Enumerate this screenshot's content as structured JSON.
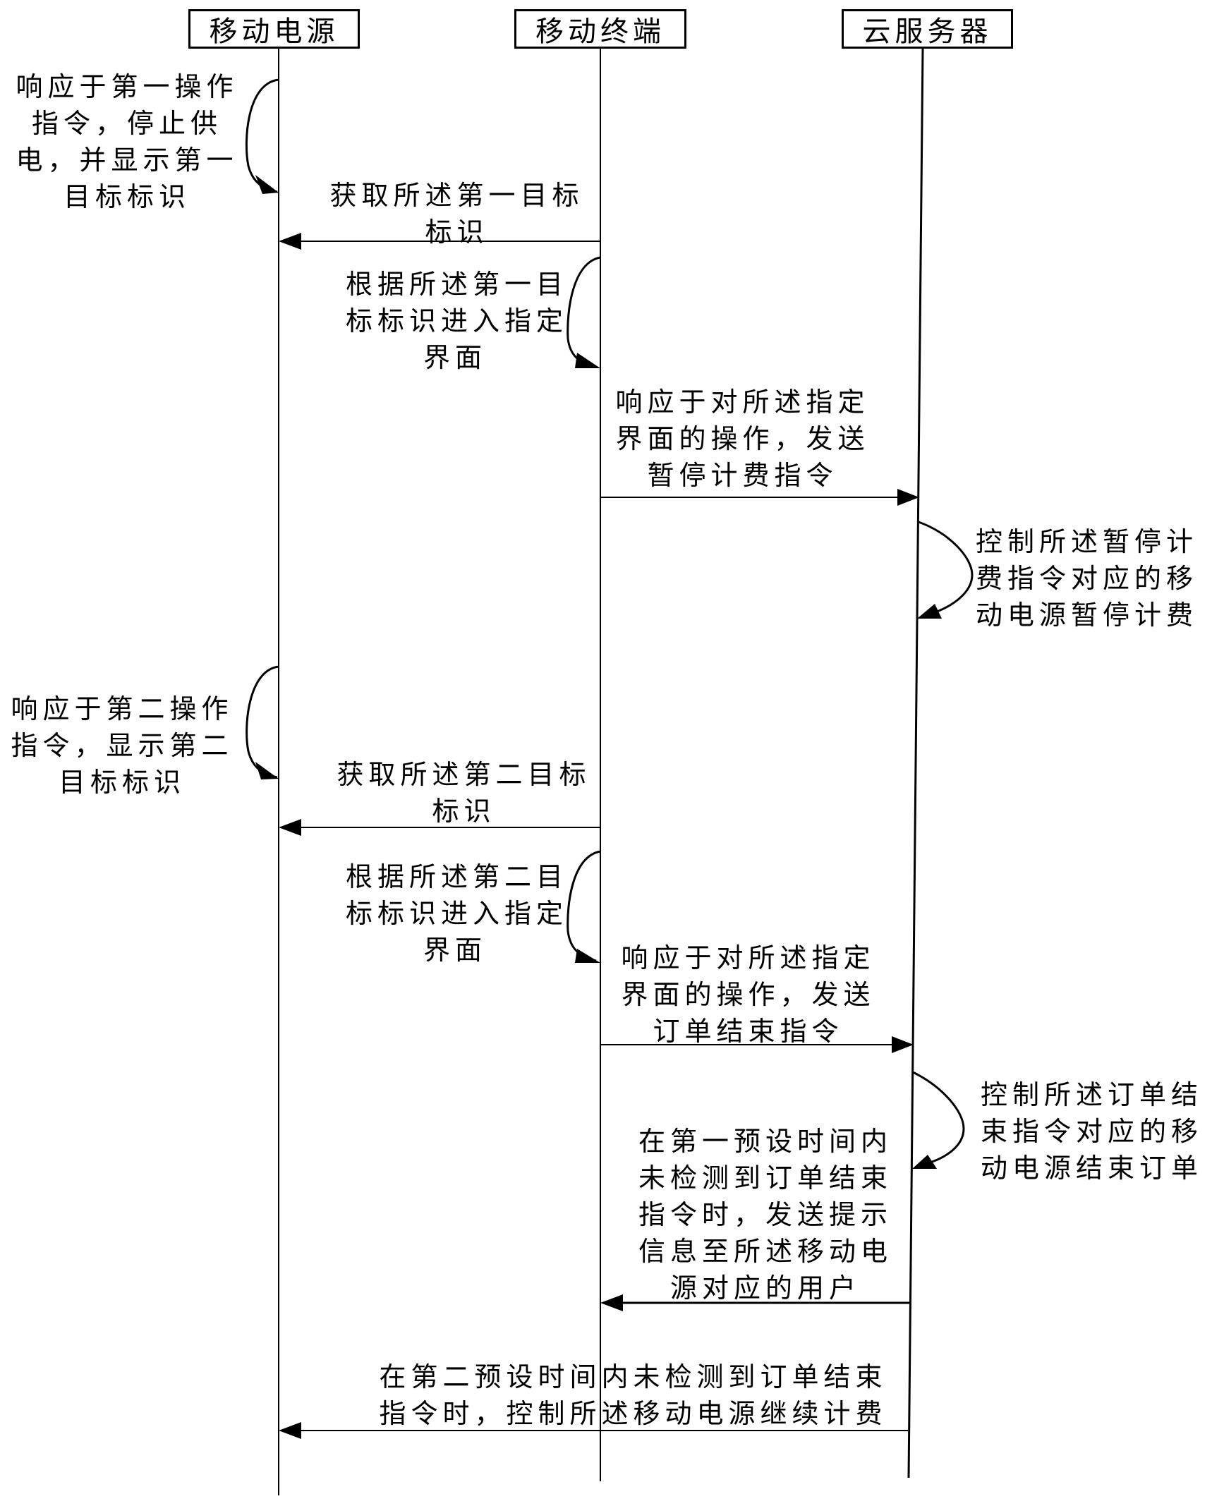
{
  "diagram_type": "sequence",
  "participants": [
    {
      "id": "power",
      "label": "移动电源"
    },
    {
      "id": "terminal",
      "label": "移动终端"
    },
    {
      "id": "cloud",
      "label": "云服务器"
    }
  ],
  "messages": [
    {
      "from": "power",
      "to": "power",
      "kind": "self",
      "lines": [
        "响应于第一操作",
        "指令，停止供",
        "电，并显示第一",
        "目标标识"
      ]
    },
    {
      "from": "terminal",
      "to": "power",
      "kind": "arrow",
      "lines": [
        "获取所述第一目标",
        "标识"
      ]
    },
    {
      "from": "terminal",
      "to": "terminal",
      "kind": "self",
      "lines": [
        "根据所述第一目",
        "标标识进入指定",
        "界面"
      ]
    },
    {
      "from": "terminal",
      "to": "cloud",
      "kind": "arrow",
      "lines": [
        "响应于对所述指定",
        "界面的操作，发送",
        "暂停计费指令"
      ]
    },
    {
      "from": "cloud",
      "to": "cloud",
      "kind": "self",
      "lines": [
        "控制所述暂停计",
        "费指令对应的移",
        "动电源暂停计费"
      ]
    },
    {
      "from": "power",
      "to": "power",
      "kind": "self",
      "lines": [
        "响应于第二操作",
        "指令，显示第二",
        "目标标识"
      ]
    },
    {
      "from": "terminal",
      "to": "power",
      "kind": "arrow",
      "lines": [
        "获取所述第二目标",
        "标识"
      ]
    },
    {
      "from": "terminal",
      "to": "terminal",
      "kind": "self",
      "lines": [
        "根据所述第二目",
        "标标识进入指定",
        "界面"
      ]
    },
    {
      "from": "terminal",
      "to": "cloud",
      "kind": "arrow",
      "lines": [
        "响应于对所述指定",
        "界面的操作，发送",
        "订单结束指令"
      ]
    },
    {
      "from": "cloud",
      "to": "cloud",
      "kind": "self",
      "lines": [
        "控制所述订单结",
        "束指令对应的移",
        "动电源结束订单"
      ]
    },
    {
      "from": "cloud",
      "to": "terminal",
      "kind": "arrow",
      "lines": [
        "在第一预设时间内",
        "未检测到订单结束",
        "指令时，发送提示",
        "信息至所述移动电",
        "源对应的用户"
      ]
    },
    {
      "from": "cloud",
      "to": "power",
      "kind": "arrow",
      "lines": [
        "在第二预设时间内未检测到订单结束",
        "指令时，控制所述移动电源继续计费"
      ]
    }
  ]
}
